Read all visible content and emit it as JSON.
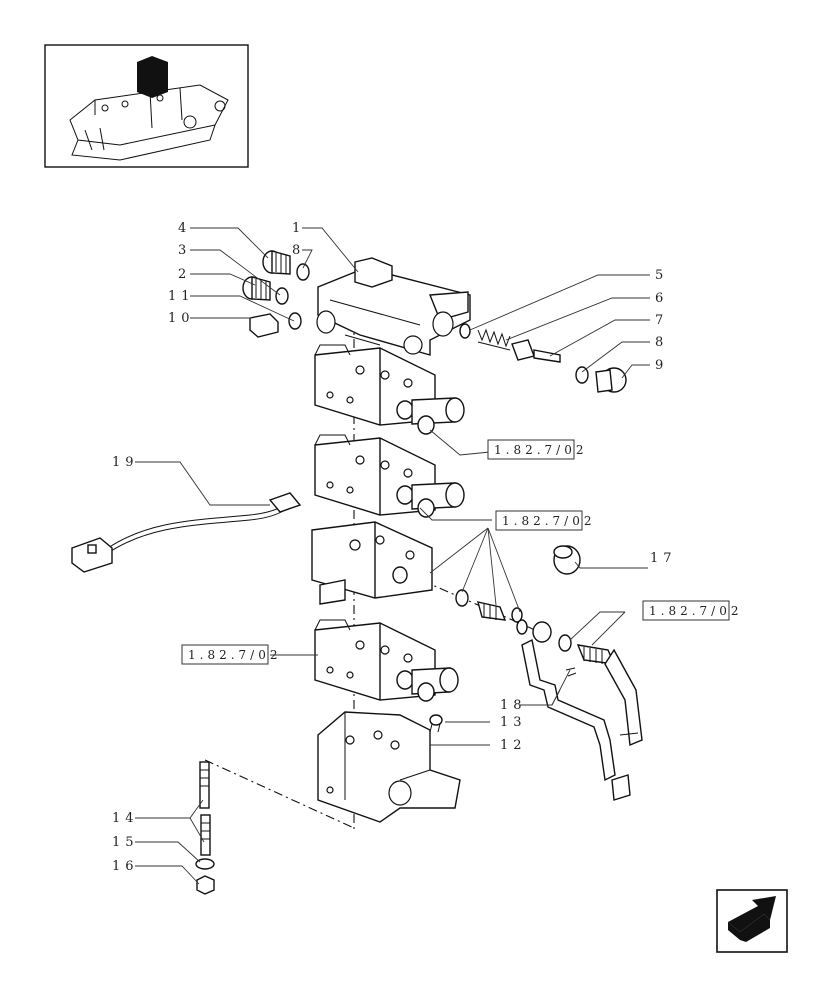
{
  "callouts": {
    "c1": "1",
    "c2": "2",
    "c3": "3",
    "c4": "4",
    "c5": "5",
    "c6": "6",
    "c7": "7",
    "c8a": "8",
    "c8b": "8",
    "c9": "9",
    "c10": "10",
    "c11": "11",
    "c12": "12",
    "c13": "13",
    "c14": "14",
    "c15": "15",
    "c16": "16",
    "c17": "17",
    "c18": "18",
    "c19": "19"
  },
  "references": {
    "r1": "1.82.7/02",
    "r2": "1.82.7/02",
    "r3": "1.82.7/02",
    "r4": "1.82.7/02"
  },
  "icons": {
    "thumbnail": "rear-hydraulic-lift-thumbnail-icon",
    "navigation": "next-page-arrow-icon"
  }
}
